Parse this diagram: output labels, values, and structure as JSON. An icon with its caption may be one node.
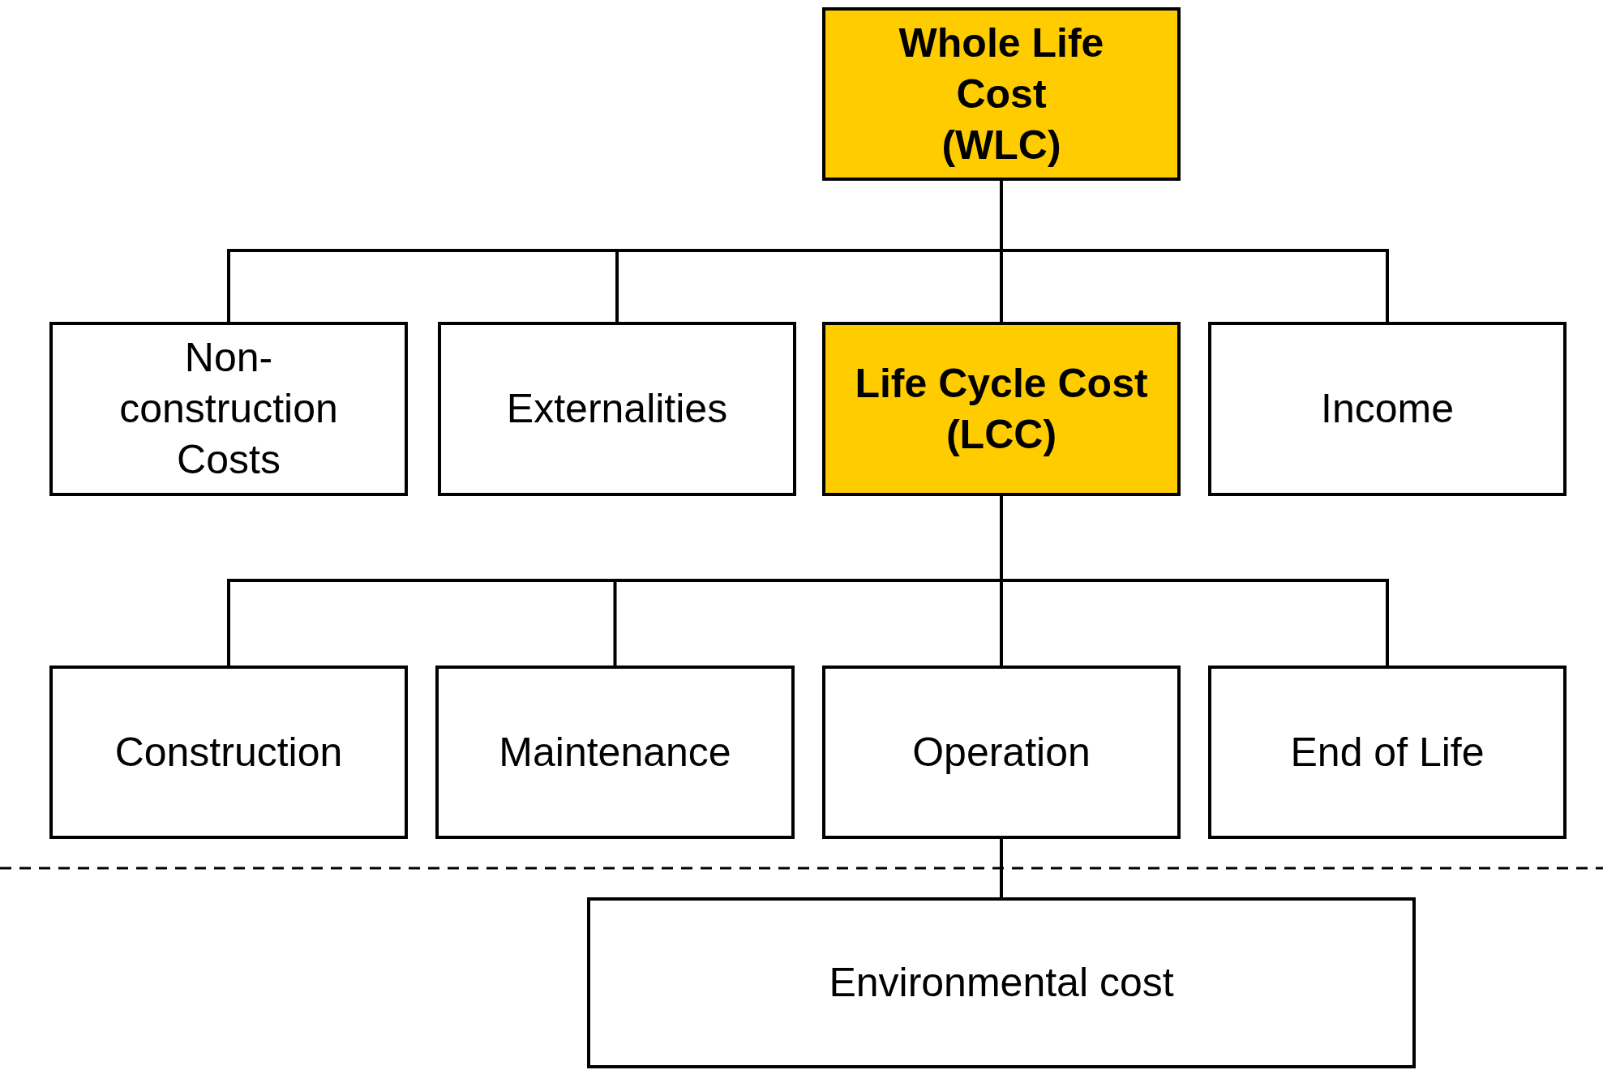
{
  "diagram": {
    "nodes": [
      {
        "text": [
          "Whole Life Cost (WLC)"
        ]
      },
      {
        "text": [
          "Non-construction Costs"
        ]
      },
      {
        "text": [
          "Externalities"
        ]
      },
      {
        "text": [
          "Life Cycle Cost (LCC)"
        ]
      },
      {
        "text": [
          "Income"
        ]
      },
      {
        "text": [
          "Construction"
        ]
      },
      {
        "text": [
          "Maintenance"
        ]
      },
      {
        "text": [
          "Operation"
        ]
      },
      {
        "text": [
          "End of Life"
        ]
      },
      {
        "text": [
          "Environmental cost"
        ]
      }
    ],
    "edges": [
      {
        "from": 0,
        "to": 1,
        "arrow": "none"
      },
      {
        "from": 0,
        "to": 2,
        "arrow": "none"
      },
      {
        "from": 0,
        "to": 3,
        "arrow": "none"
      },
      {
        "from": 0,
        "to": 4,
        "arrow": "none"
      },
      {
        "from": 3,
        "to": 5,
        "arrow": "none"
      },
      {
        "from": 3,
        "to": 6,
        "arrow": "none"
      },
      {
        "from": 3,
        "to": 7,
        "arrow": "none"
      },
      {
        "from": 3,
        "to": 8,
        "arrow": "none"
      },
      {
        "from": 7,
        "to": 9,
        "arrow": "none"
      }
    ]
  }
}
